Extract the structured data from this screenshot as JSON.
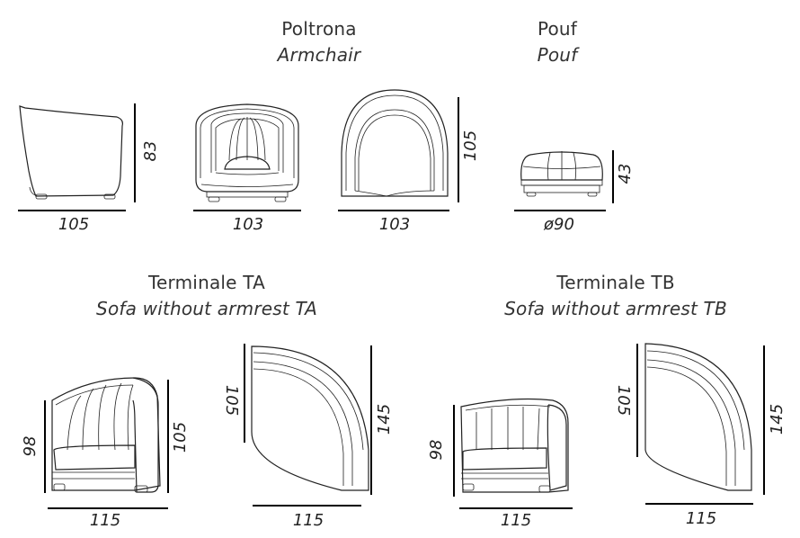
{
  "groups": {
    "poltrona": {
      "title": "Poltrona",
      "subtitle": "Armchair"
    },
    "pouf": {
      "title": "Pouf",
      "subtitle": "Pouf"
    },
    "terminale_ta": {
      "title": "Terminale TA",
      "subtitle": "Sofa without armrest TA"
    },
    "terminale_tb": {
      "title": "Terminale TB",
      "subtitle": "Sofa without armrest TB"
    }
  },
  "dimensions": {
    "armchair_side_width": "105",
    "armchair_side_height": "83",
    "armchair_front_width": "103",
    "armchair_top_width": "103",
    "armchair_top_depth": "105",
    "pouf_diameter": "ø90",
    "pouf_height": "43",
    "ta_front_width": "115",
    "ta_front_height_left": "98",
    "ta_front_height_right": "105",
    "ta_top_width": "115",
    "ta_top_depth_left": "105",
    "ta_top_depth_right": "145",
    "tb_front_width": "115",
    "tb_front_height": "98",
    "tb_top_width": "115",
    "tb_top_depth_left": "105",
    "tb_top_depth_right": "145"
  }
}
